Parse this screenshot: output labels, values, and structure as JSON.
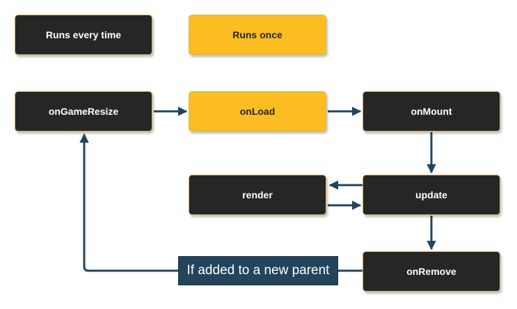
{
  "legend": {
    "every_time": "Runs every time",
    "once": "Runs once"
  },
  "nodes": {
    "on_game_resize": "onGameResize",
    "on_load": "onLoad",
    "on_mount": "onMount",
    "render": "render",
    "update": "update",
    "on_remove": "onRemove"
  },
  "edges": {
    "new_parent_label": "If added to a new parent"
  },
  "colors": {
    "dark_node": "#262626",
    "gold_node": "#fbbd22",
    "node_border": "#d6b656",
    "edge": "#23445d"
  }
}
